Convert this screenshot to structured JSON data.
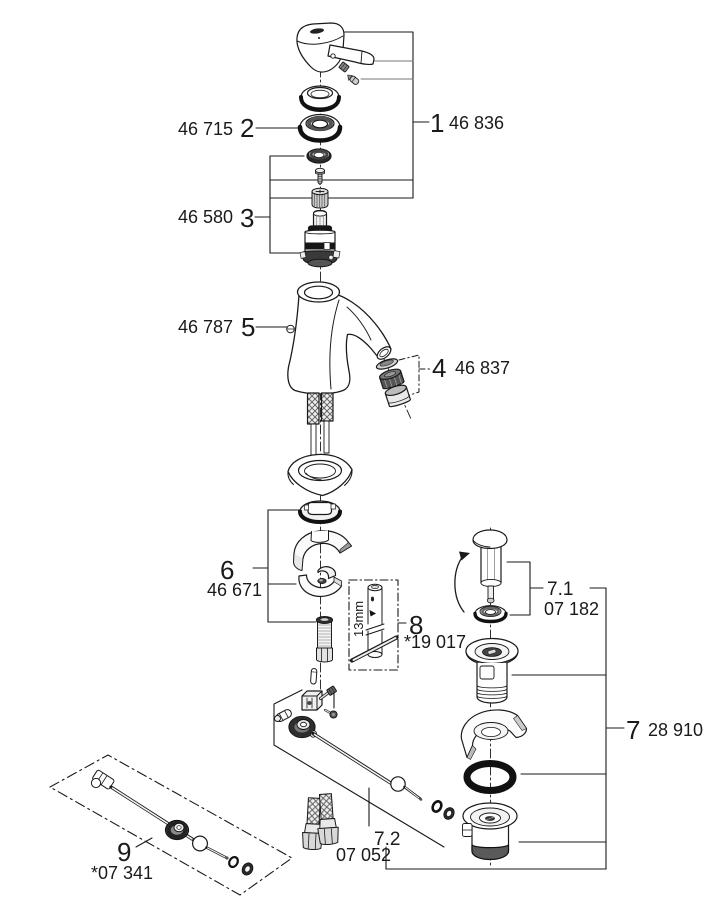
{
  "page": {
    "background": "#ffffff",
    "description": "Exploded parts diagram of a single-lever basin mixer faucet with pop-up waste set"
  },
  "colors": {
    "line": "#1a1a1a",
    "dark_fill": "#222222",
    "mid_gray": "#888888",
    "light_gray": "#e8e8e8",
    "leader_gray": "#777777"
  },
  "labels": {
    "item1": {
      "index": "1",
      "part_number": "46 836"
    },
    "item2": {
      "index": "2",
      "part_number": "46 715"
    },
    "item3": {
      "index": "3",
      "part_number": "46 580"
    },
    "item4": {
      "index": "4",
      "part_number": "46 837"
    },
    "item5": {
      "index": "5",
      "part_number": "46 787"
    },
    "item6": {
      "index": "6",
      "part_number": "46 671"
    },
    "item7": {
      "index": "7",
      "part_number": "28 910"
    },
    "item7_1": {
      "index": "7.1",
      "part_number": "07 182"
    },
    "item7_2": {
      "index": "7.2",
      "part_number": "07 052"
    },
    "item8": {
      "index": "8",
      "part_number": "*19 017"
    },
    "item9": {
      "index": "9",
      "part_number": "*07 341"
    }
  },
  "annotations": {
    "tool_size": "13mm"
  }
}
